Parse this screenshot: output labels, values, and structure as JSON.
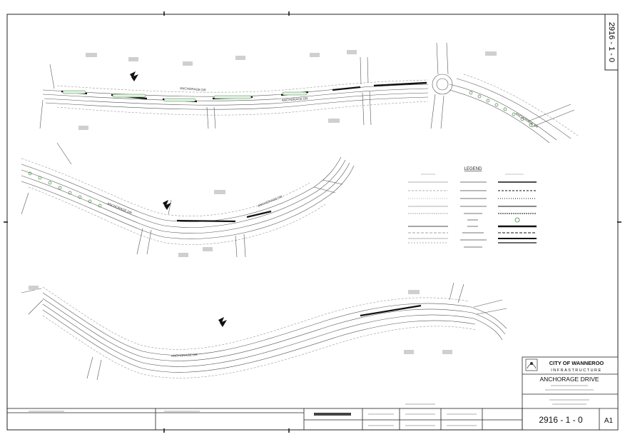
{
  "drawing_number": "2916 - 1 - 0",
  "sheet_size": "A1",
  "organisation": {
    "name": "CITY OF WANNEROO",
    "department": "INFRASTRUCTURE"
  },
  "project_title": "ANCHORAGE DRIVE",
  "road_labels": {
    "main": "ANCHORAGE DR"
  },
  "legend": {
    "title": "LEGEND"
  }
}
